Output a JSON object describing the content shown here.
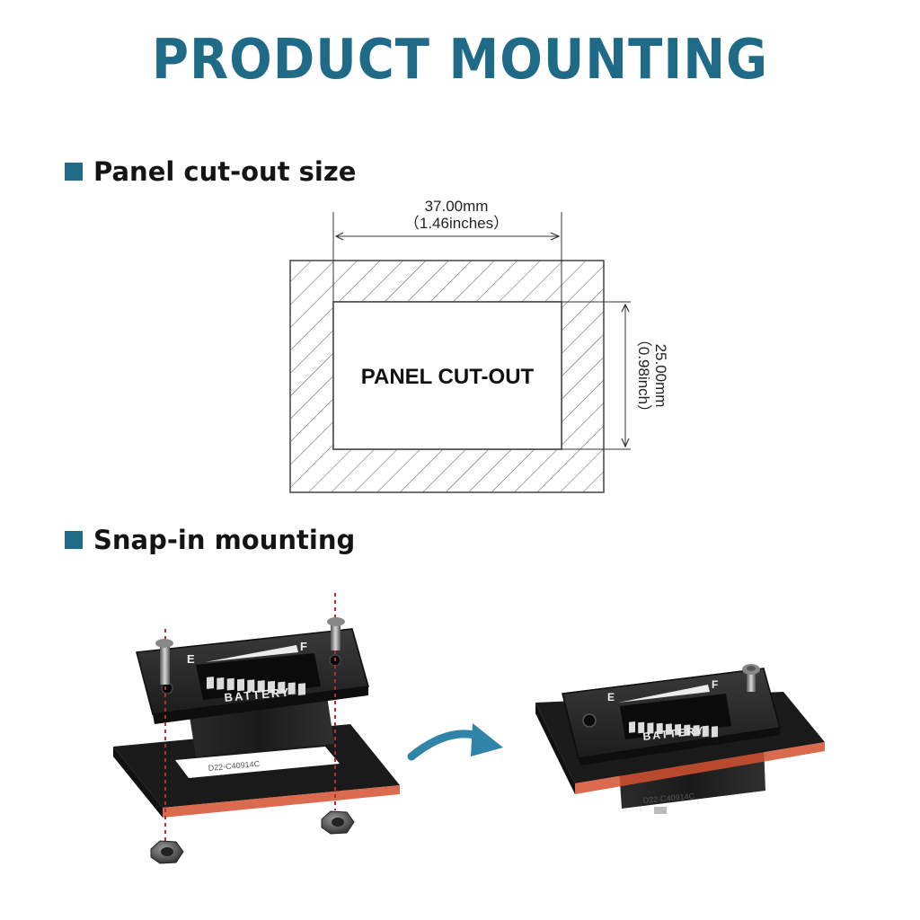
{
  "title": "PRODUCT MOUNTING",
  "sections": [
    {
      "label": "Panel cut-out size"
    },
    {
      "label": "Snap-in mounting"
    }
  ],
  "cutout": {
    "label": "PANEL CUT-OUT",
    "width_mm": "37.00mm",
    "width_in": "（1.46inches）",
    "height_mm": "25.00mm",
    "height_in": "（0.98inch）"
  },
  "meter": {
    "empty_label": "E",
    "full_label": "F",
    "name": "BATTERY",
    "segments": 10
  },
  "colors": {
    "accent": "#1f6b87",
    "arrow": "#2f84a8",
    "hatch": "#444444",
    "device": "#1a1a1a"
  }
}
